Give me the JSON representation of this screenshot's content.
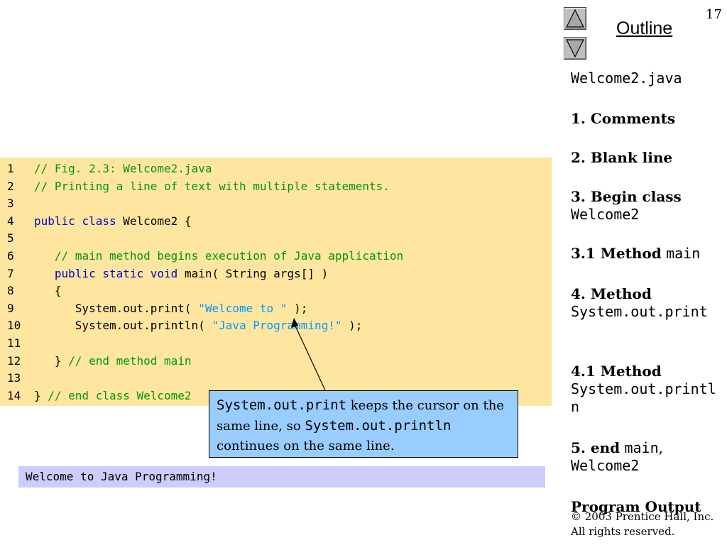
{
  "page_number": "17",
  "outline": {
    "title": "Outline",
    "file": "Welcome2.java",
    "items": [
      {
        "label": "1. Comments",
        "code": ""
      },
      {
        "label": "2. Blank line",
        "code": ""
      },
      {
        "label": "3. Begin class",
        "code": "Welcome2"
      },
      {
        "label": "3.1 Method",
        "code": "main"
      },
      {
        "label": "4. Method",
        "code": "System.out.print"
      },
      {
        "label": "4.1 Method",
        "code": "System.out.println"
      },
      {
        "label": "5. end",
        "code": "main",
        "sep": ",",
        "code2": "Welcome2"
      },
      {
        "label": "Program Output",
        "code": ""
      }
    ]
  },
  "code_lines": [
    {
      "n": "1",
      "parts": [
        [
          "    ",
          ""
        ],
        [
          "// Fig. 2.3: Welcome2.java",
          "cm"
        ]
      ]
    },
    {
      "n": "2",
      "parts": [
        [
          "// Printing a line of text with multiple statements.",
          "cm"
        ]
      ]
    },
    {
      "n": "3",
      "parts": []
    },
    {
      "n": "4",
      "parts": [
        [
          "public",
          "kw"
        ],
        [
          " ",
          ""
        ],
        [
          "class",
          "kw"
        ],
        [
          " Welcome2 {",
          ""
        ]
      ]
    },
    {
      "n": "5",
      "parts": []
    },
    {
      "n": "6",
      "parts": [
        [
          "   ",
          ""
        ],
        [
          "// main method begins execution of Java application",
          "cm"
        ]
      ]
    },
    {
      "n": "7",
      "parts": [
        [
          "   ",
          ""
        ],
        [
          "public",
          "kw"
        ],
        [
          " ",
          ""
        ],
        [
          "static",
          "kw"
        ],
        [
          " ",
          ""
        ],
        [
          "void",
          "kw"
        ],
        [
          " main( String args[] )",
          ""
        ]
      ]
    },
    {
      "n": "8",
      "parts": [
        [
          "   {",
          ""
        ]
      ]
    },
    {
      "n": "9",
      "parts": [
        [
          "      System.out.print( ",
          ""
        ],
        [
          "\"Welcome to \"",
          "str"
        ],
        [
          " );",
          ""
        ]
      ]
    },
    {
      "n": "10",
      "parts": [
        [
          "      System.out.println( ",
          ""
        ],
        [
          "\"Java Programming!\"",
          "str"
        ],
        [
          " );",
          ""
        ]
      ]
    },
    {
      "n": "11",
      "parts": []
    },
    {
      "n": "12",
      "parts": [
        [
          "   } ",
          ""
        ],
        [
          "// end method main",
          "cm"
        ]
      ]
    },
    {
      "n": "13",
      "parts": []
    },
    {
      "n": "14",
      "parts": [
        [
          "} ",
          ""
        ],
        [
          "// end class Welcome2",
          "cm"
        ]
      ]
    }
  ],
  "callout": {
    "code1": "System.out.print",
    "text1": " keeps the cursor on the same line, so ",
    "code2": "System.out.println",
    "text2": " continues on the same line."
  },
  "output": "Welcome to Java Programming!",
  "copyright": {
    "line1": "© 2003 Prentice Hall, Inc.",
    "line2": "All rights reserved."
  }
}
